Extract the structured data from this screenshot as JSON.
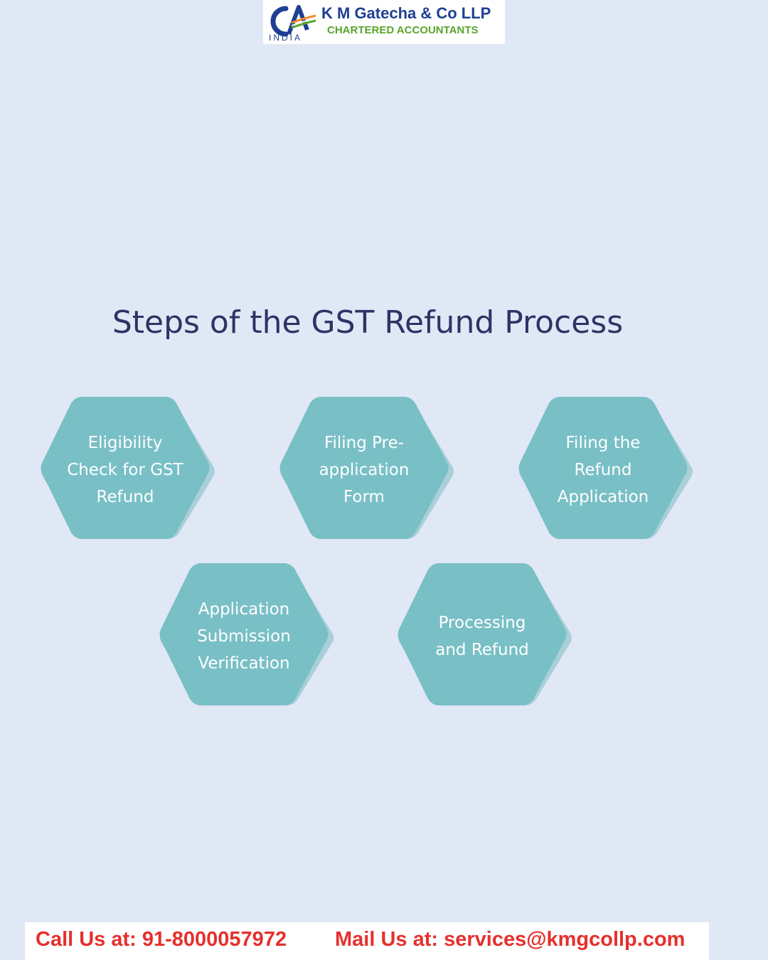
{
  "header": {
    "logo_mark_text": "CA",
    "logo_country": "INDIA",
    "firm_name": "K M Gatecha & Co LLP",
    "firm_tagline": "CHARTERED ACCOUNTANTS"
  },
  "diagram": {
    "title": "Steps of the GST Refund Process",
    "steps": [
      {
        "lines": [
          "Eligibility",
          "Check for GST",
          "Refund"
        ]
      },
      {
        "lines": [
          "Filing Pre-",
          "application",
          "Form"
        ]
      },
      {
        "lines": [
          "Filing the",
          "Refund",
          "Application"
        ]
      },
      {
        "lines": [
          "Application",
          "Submission",
          "Verification"
        ]
      },
      {
        "lines": [
          "Processing",
          "and Refund"
        ]
      }
    ]
  },
  "footer": {
    "phone_text": "Call Us at: 91-8000057972",
    "mail_text": "Mail Us at: services@kmgcollp.com"
  },
  "colors": {
    "background": "#e0e8f5",
    "hexagon_fill": "#79bfc6",
    "hexagon_shadow": "#a9cfd8",
    "title": "#2c3466",
    "brand_blue": "#1e3f92",
    "brand_green": "#5aa52c",
    "contact_red": "#e5302d"
  }
}
